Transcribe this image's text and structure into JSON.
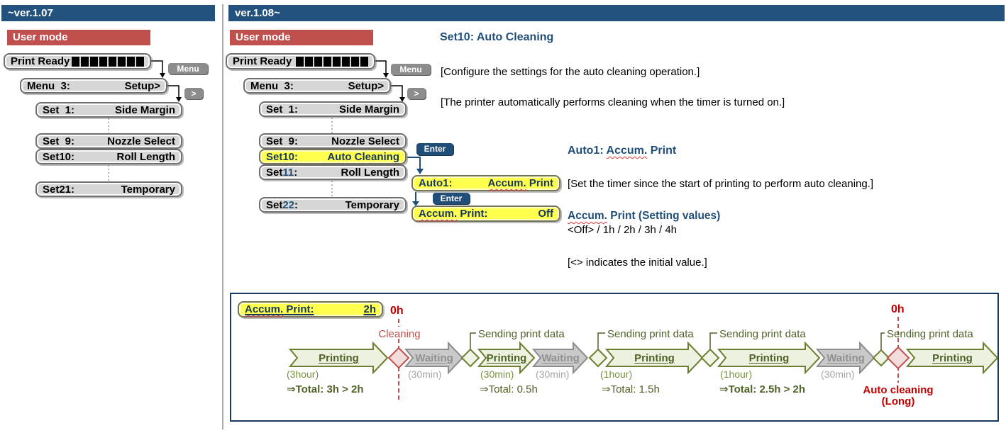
{
  "left_panel": {
    "version_label": "~ver.1.07",
    "mode_label": "User mode",
    "print_ready_label": "Print Ready",
    "ink_blocks": 8,
    "menu_button": "Menu",
    "next_button": ">",
    "menu_box": {
      "left": "Menu  3:",
      "right": "Setup>"
    },
    "items": [
      {
        "left": "Set  1:",
        "right": "Side Margin"
      },
      {
        "left": "Set  9:",
        "right": "Nozzle Select"
      },
      {
        "left": "Set10:",
        "right": "Roll Length"
      },
      {
        "left": "Set21:",
        "right": "Temporary"
      }
    ]
  },
  "right_panel": {
    "version_label": "ver.1.08~",
    "mode_label": "User mode",
    "print_ready_label": "Print Ready",
    "ink_blocks": 8,
    "menu_button": "Menu",
    "next_button": ">",
    "menu_box": {
      "left": "Menu  3:",
      "right": "Setup>"
    },
    "item_set1": {
      "left": "Set  1:",
      "right": "Side Margin"
    },
    "item_set9": {
      "left": "Set  9:",
      "right": "Nozzle Select"
    },
    "item_set10": {
      "left": "Set10:",
      "right": "Auto Cleaning"
    },
    "item_set11": {
      "pre": "Set",
      "num": "11",
      "colon": ":",
      "right": "Roll Length"
    },
    "item_set22": {
      "pre": "Set",
      "num": "22",
      "colon": ":",
      "right": "Temporary"
    },
    "enter_button_1": "Enter",
    "enter_button_2": "Enter",
    "auto1_box": {
      "left": "Auto1:",
      "right_accum": "Accum.",
      "right_post": " Print"
    },
    "accum_box": {
      "left_accum": "Accum.",
      "left_post": " Print:",
      "right": "Off"
    }
  },
  "description": {
    "title": "Set10: Auto Cleaning",
    "line1": "[Configure the settings for the auto cleaning operation.]",
    "line2": "[The printer automatically performs cleaning when the timer is turned on.]",
    "auto1_title_pre": "Auto1: ",
    "auto1_title_accum": "Accum.",
    "auto1_title_post": " Print",
    "line3": "[Set the timer since the start of printing to perform auto cleaning.]",
    "values_title_accum": "Accum.",
    "values_title_post": " Print (Setting values)",
    "values": "<Off> / 1h / 2h / 3h / 4h",
    "note": "[<> indicates the initial value.]"
  },
  "diagram": {
    "accum_box": {
      "label_accum": "Accum.",
      "label_post": " Print:",
      "value": "2h"
    },
    "zero_hour_1": "0h",
    "zero_hour_2": "0h",
    "cleaning_label": "Cleaning",
    "auto_cleaning_label": "Auto cleaning",
    "auto_cleaning_sub": "(Long)",
    "sending_label": "Sending print data",
    "steps": [
      {
        "type": "printing",
        "label": "Printing",
        "duration": "(3hour)",
        "total": "⇒Total: 3h > 2h"
      },
      {
        "type": "waiting",
        "label": "Waiting",
        "duration": "(30min)"
      },
      {
        "type": "printing",
        "label": "Printing",
        "duration": "(30min)",
        "total": "⇒Total: 0.5h"
      },
      {
        "type": "waiting",
        "label": "Waiting",
        "duration": "(30min)"
      },
      {
        "type": "printing",
        "label": "Printing",
        "duration": "(1hour)",
        "total": "⇒Total: 1.5h"
      },
      {
        "type": "printing",
        "label": "Printing",
        "duration": "(1hour)",
        "total": "⇒Total: 2.5h > 2h"
      },
      {
        "type": "waiting",
        "label": "Waiting",
        "duration": "(30min)"
      },
      {
        "type": "printing",
        "label": "Printing"
      }
    ]
  },
  "colors": {
    "header_navy": "#24527E",
    "accent_navy": "#1F4E79",
    "user_mode_red": "#C0504D",
    "highlight_yellow": "#FFFF4D",
    "alert_red": "#C00000",
    "printing_green": "#4F6228",
    "waiting_gray": "#909090"
  }
}
